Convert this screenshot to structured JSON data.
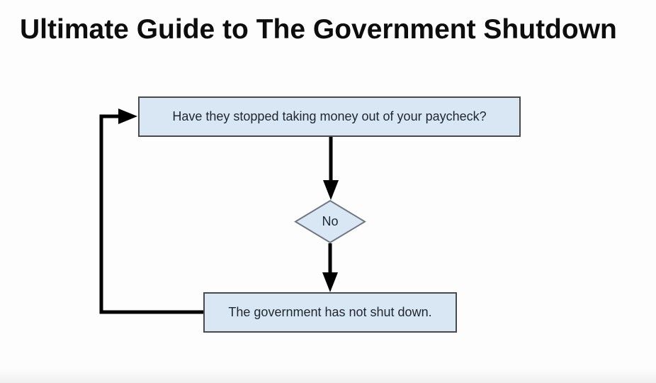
{
  "title": "Ultimate Guide to The Government Shutdown",
  "flowchart": {
    "question_box": {
      "label": "Have they stopped taking money out of your paycheck?"
    },
    "decision_diamond": {
      "label": "No"
    },
    "result_box": {
      "label": "The government has not shut down."
    }
  },
  "colors": {
    "background": "#fdfdfd",
    "title_text": "#0d0d0d",
    "node_fill": "#d9e7f4",
    "node_border": "#4a4a4a",
    "diamond_border": "#6e7781",
    "node_text": "#1e2630",
    "arrow": "#000000"
  }
}
